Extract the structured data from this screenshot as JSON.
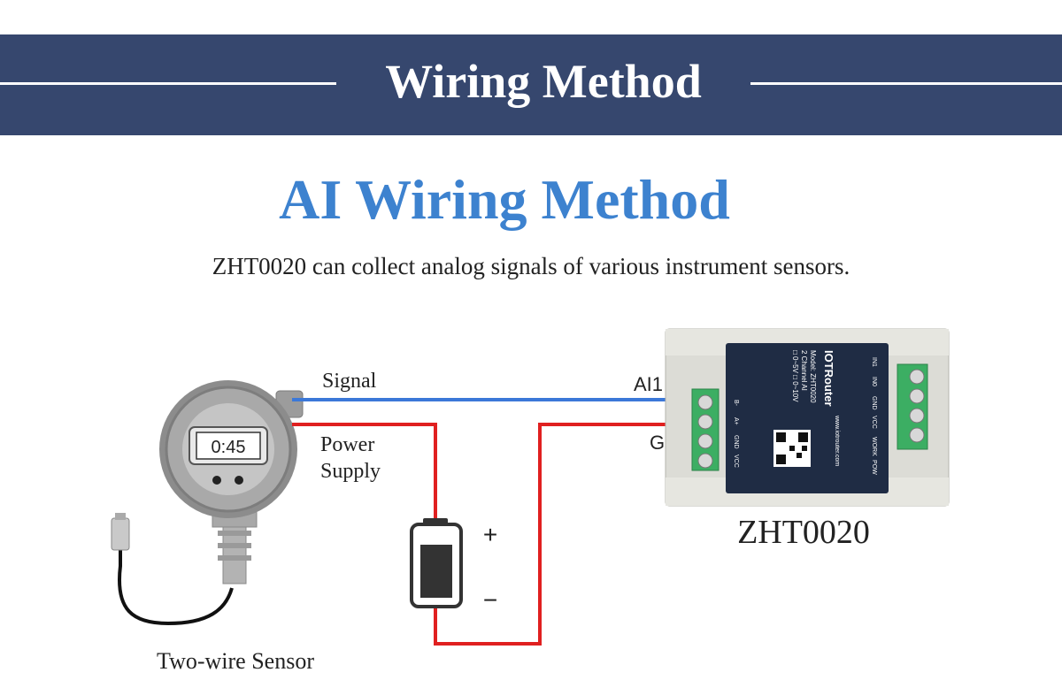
{
  "header": {
    "title": "Wiring Method"
  },
  "section": {
    "title": "AI Wiring Method",
    "description": "ZHT0020 can collect analog signals of various instrument sensors."
  },
  "diagram": {
    "sensor": {
      "display": "0:45",
      "label": "Two-wire Sensor"
    },
    "wires": {
      "signal_label": "Signal",
      "power_line1": "Power",
      "power_line2": "Supply"
    },
    "battery": {
      "plus": "+",
      "minus": "−"
    },
    "device": {
      "name": "ZHT0020",
      "brand": "IOTRouter",
      "model_line": "Model: ZHT0020",
      "channel_line": "2 Channel AI",
      "range_line": "□ 0~5V □ 0~10V",
      "url": "www.iotrouter.com",
      "terminal_ai1": "AI1",
      "terminal_g": "G",
      "left_labels": [
        "B-",
        "A+",
        "GND",
        "VCC"
      ],
      "right_labels": [
        "IN1",
        "IN0",
        "GND",
        "VCC"
      ],
      "led_labels": [
        "WORK",
        "POW"
      ]
    },
    "colors": {
      "signal_wire": "#3b78d8",
      "power_wire": "#e02020",
      "terminal_green": "#3cae63",
      "device_panel": "#1f2c44"
    }
  }
}
